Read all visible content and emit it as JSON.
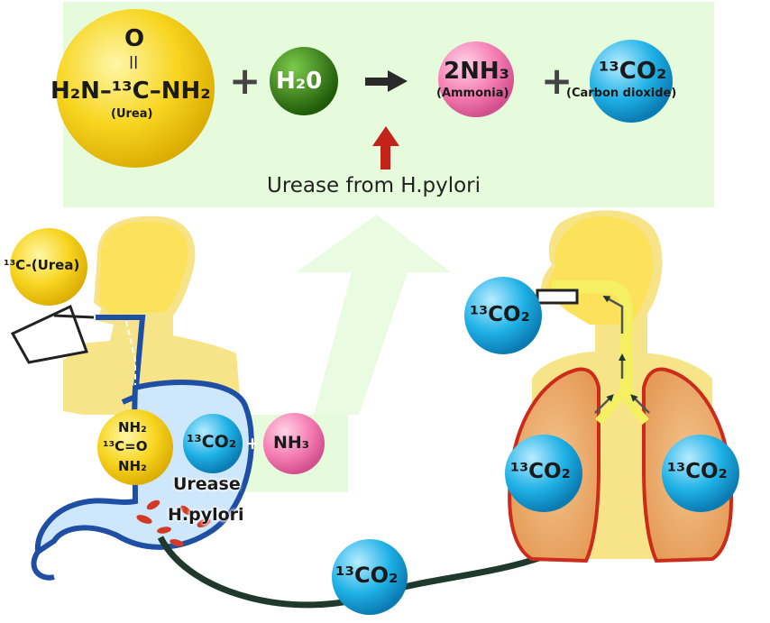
{
  "equation": {
    "urea_top": "O",
    "urea_bond": "||",
    "urea_formula": "H₂N–¹³C–NH₂",
    "urea_label": "(Urea)",
    "plus_1": "+",
    "water": "H₂0",
    "ammonia_formula": "2NH₃",
    "ammonia_label": "(Ammonia)",
    "plus_2": "+",
    "co2_formula": "¹³CO₂",
    "co2_label": "(Carbon dioxide)",
    "caption": "Urease from H.pylori"
  },
  "stomach": {
    "urea_ball": "¹³C-(Urea)",
    "urea_nh2_top": "NH₂",
    "urea_co": "¹³C=O",
    "urea_nh2_bottom": "NH₂",
    "co2_formula": "¹³CO₂",
    "plus": "+",
    "nh3_formula": "NH₃",
    "urease_label": "Urease",
    "hpylori_label": "H.pylori"
  },
  "transport": {
    "co2_formula": "¹³CO₂"
  },
  "lungs": {
    "exhaled_co2": "¹³CO₂",
    "left_lung_co2": "¹³CO₂",
    "right_lung_co2": "¹³CO₂"
  },
  "colors": {
    "panel_green": "#e6fbdc",
    "urea_yellow": "#f7d520",
    "water_green": "#2f7a12",
    "ammonia_pink": "#f57eb3",
    "co2_cyan": "#1fb1e6",
    "arrow_red": "#c2241b",
    "lung_red": "#cc2a1a",
    "lung_orange": "#f0b672",
    "stomach_blue": "#1e4fa5",
    "curve_dark": "#1f3a2c"
  }
}
